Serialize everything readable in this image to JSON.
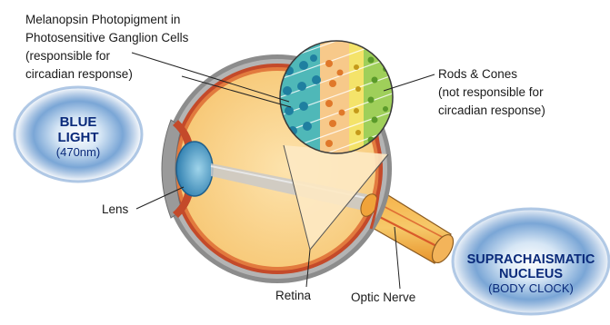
{
  "labels": {
    "melanopsin": [
      "Melanopsin Photopigment in",
      "Photosensitive Ganglion Cells",
      "(responsible for",
      "circadian response)"
    ],
    "rods_cones": [
      "Rods & Cones",
      "(not responsible for",
      "circadian response)"
    ],
    "lens": "Lens",
    "retina": "Retina",
    "optic_nerve": "Optic Nerve"
  },
  "blue_light": {
    "line1": "BLUE",
    "line2": "LIGHT",
    "wavelength": "(470nm)"
  },
  "scn": {
    "line1": "SUPRACHAISMATIC",
    "line2": "NUCLEUS",
    "line3": "(BODY CLOCK)"
  },
  "colors": {
    "blob_blue": "#5f8fc8",
    "eye_fill": "#fbd89a",
    "sclera_gray": "#8c8c8c",
    "retina_red": "#c44a2a",
    "optic_orange": "#f0a33a",
    "label_text": "#1a1a1a",
    "blob_text": "#0a2a7a"
  }
}
